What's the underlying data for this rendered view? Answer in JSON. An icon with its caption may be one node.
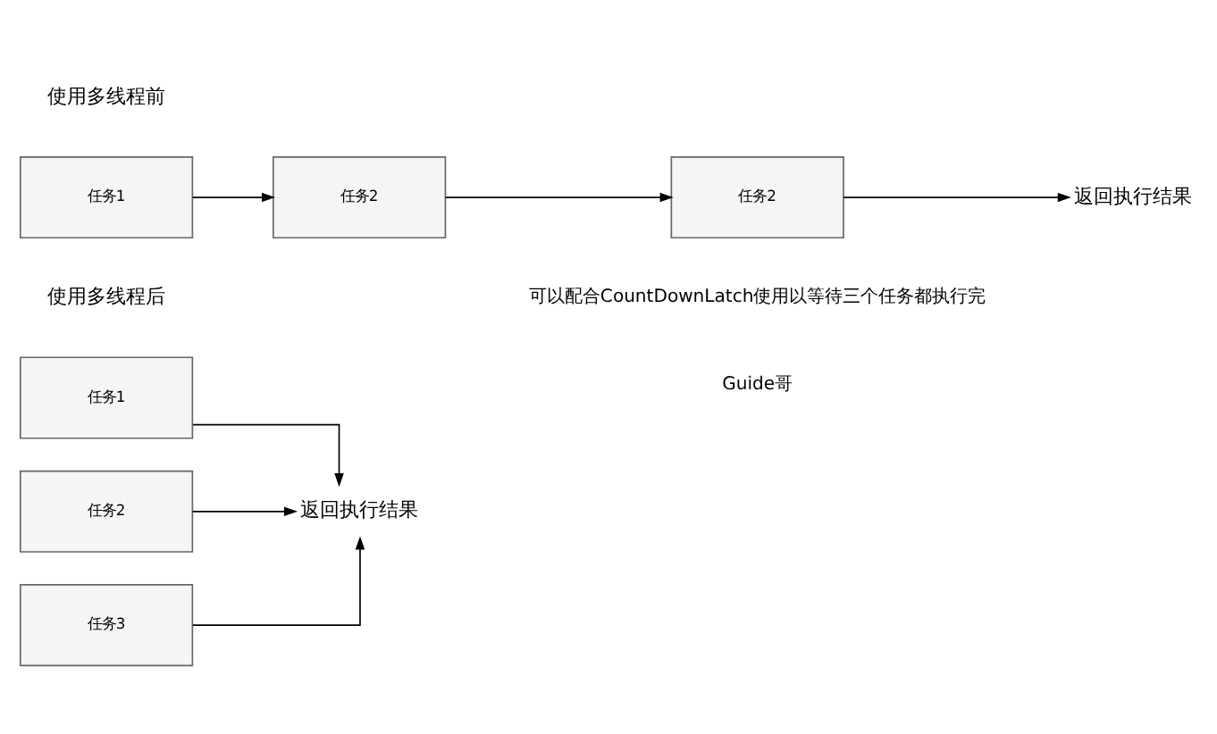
{
  "diagram": {
    "nodes": [
      {
        "text": [
          "任务1"
        ]
      },
      {
        "text": [
          "任务2"
        ]
      },
      {
        "text": [
          "任务2"
        ]
      },
      {
        "text": [
          "返回执行结果"
        ]
      },
      {
        "text": [
          "任务1"
        ]
      },
      {
        "text": [
          "任务2"
        ]
      },
      {
        "text": [
          "任务3"
        ]
      },
      {
        "text": [
          "返回执行结果"
        ]
      }
    ],
    "edges": [
      {
        "from": 0,
        "to": 1,
        "arrow": "to"
      },
      {
        "from": 1,
        "to": 2,
        "arrow": "to"
      },
      {
        "from": 2,
        "to": 3,
        "arrow": "to"
      },
      {
        "from": 4,
        "to": 7,
        "arrow": "to"
      },
      {
        "from": 5,
        "to": 7,
        "arrow": "to"
      },
      {
        "from": 6,
        "to": 7,
        "arrow": "to"
      }
    ],
    "labels": [
      "使用多线程前",
      "使用多线程后",
      "可以配合CountDownLatch使用以等待三个任务都执行完",
      "Guide哥"
    ]
  }
}
